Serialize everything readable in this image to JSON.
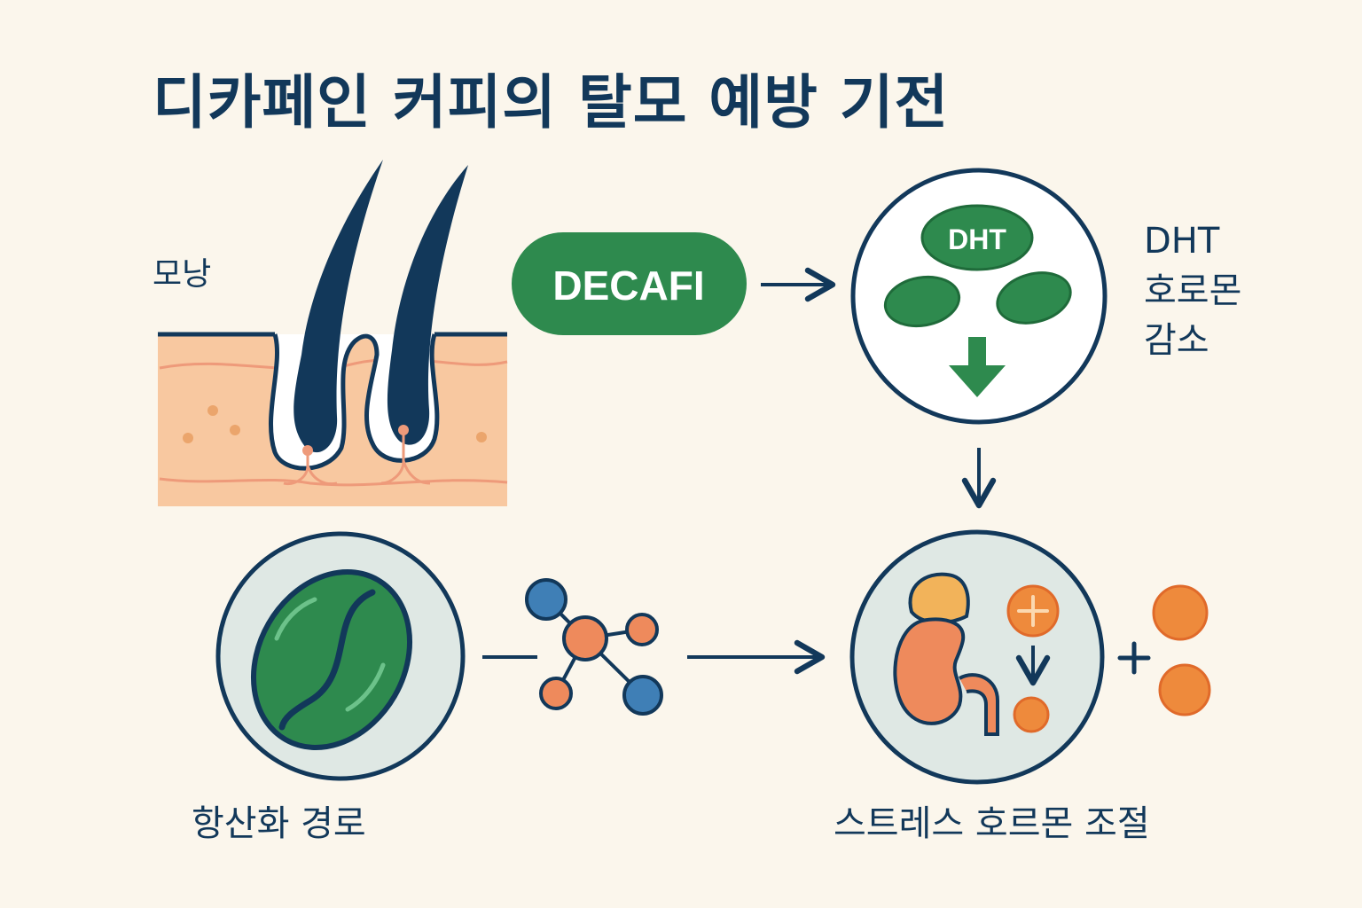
{
  "title": "디카페인 커피의 탈모 예방 기전",
  "follicle_label": "모낭",
  "decaf_pill_label": "DECAFI",
  "dht_badge": "DHT",
  "dht_caption": [
    "DHT",
    "호로몬",
    "감소"
  ],
  "antioxidant_label": "항산화 경로",
  "stress_label": "스트레스 호르몬 조절",
  "colors": {
    "background": "#fbf6ec",
    "navy": "#12385a",
    "green": "#2e8a4e",
    "dark_green": "#1f6b3a",
    "orange": "#ee8a3c",
    "skin": "#f8c8a0",
    "blue": "#3f7fb6",
    "circle_fill": "#dfe8e4"
  },
  "icons": [
    "hair-follicle-icon",
    "coffee-bean-icon",
    "molecule-icon",
    "kidney-icon",
    "adrenal-gland-icon",
    "arrow-right-icon",
    "arrow-down-icon",
    "plus-icon"
  ]
}
